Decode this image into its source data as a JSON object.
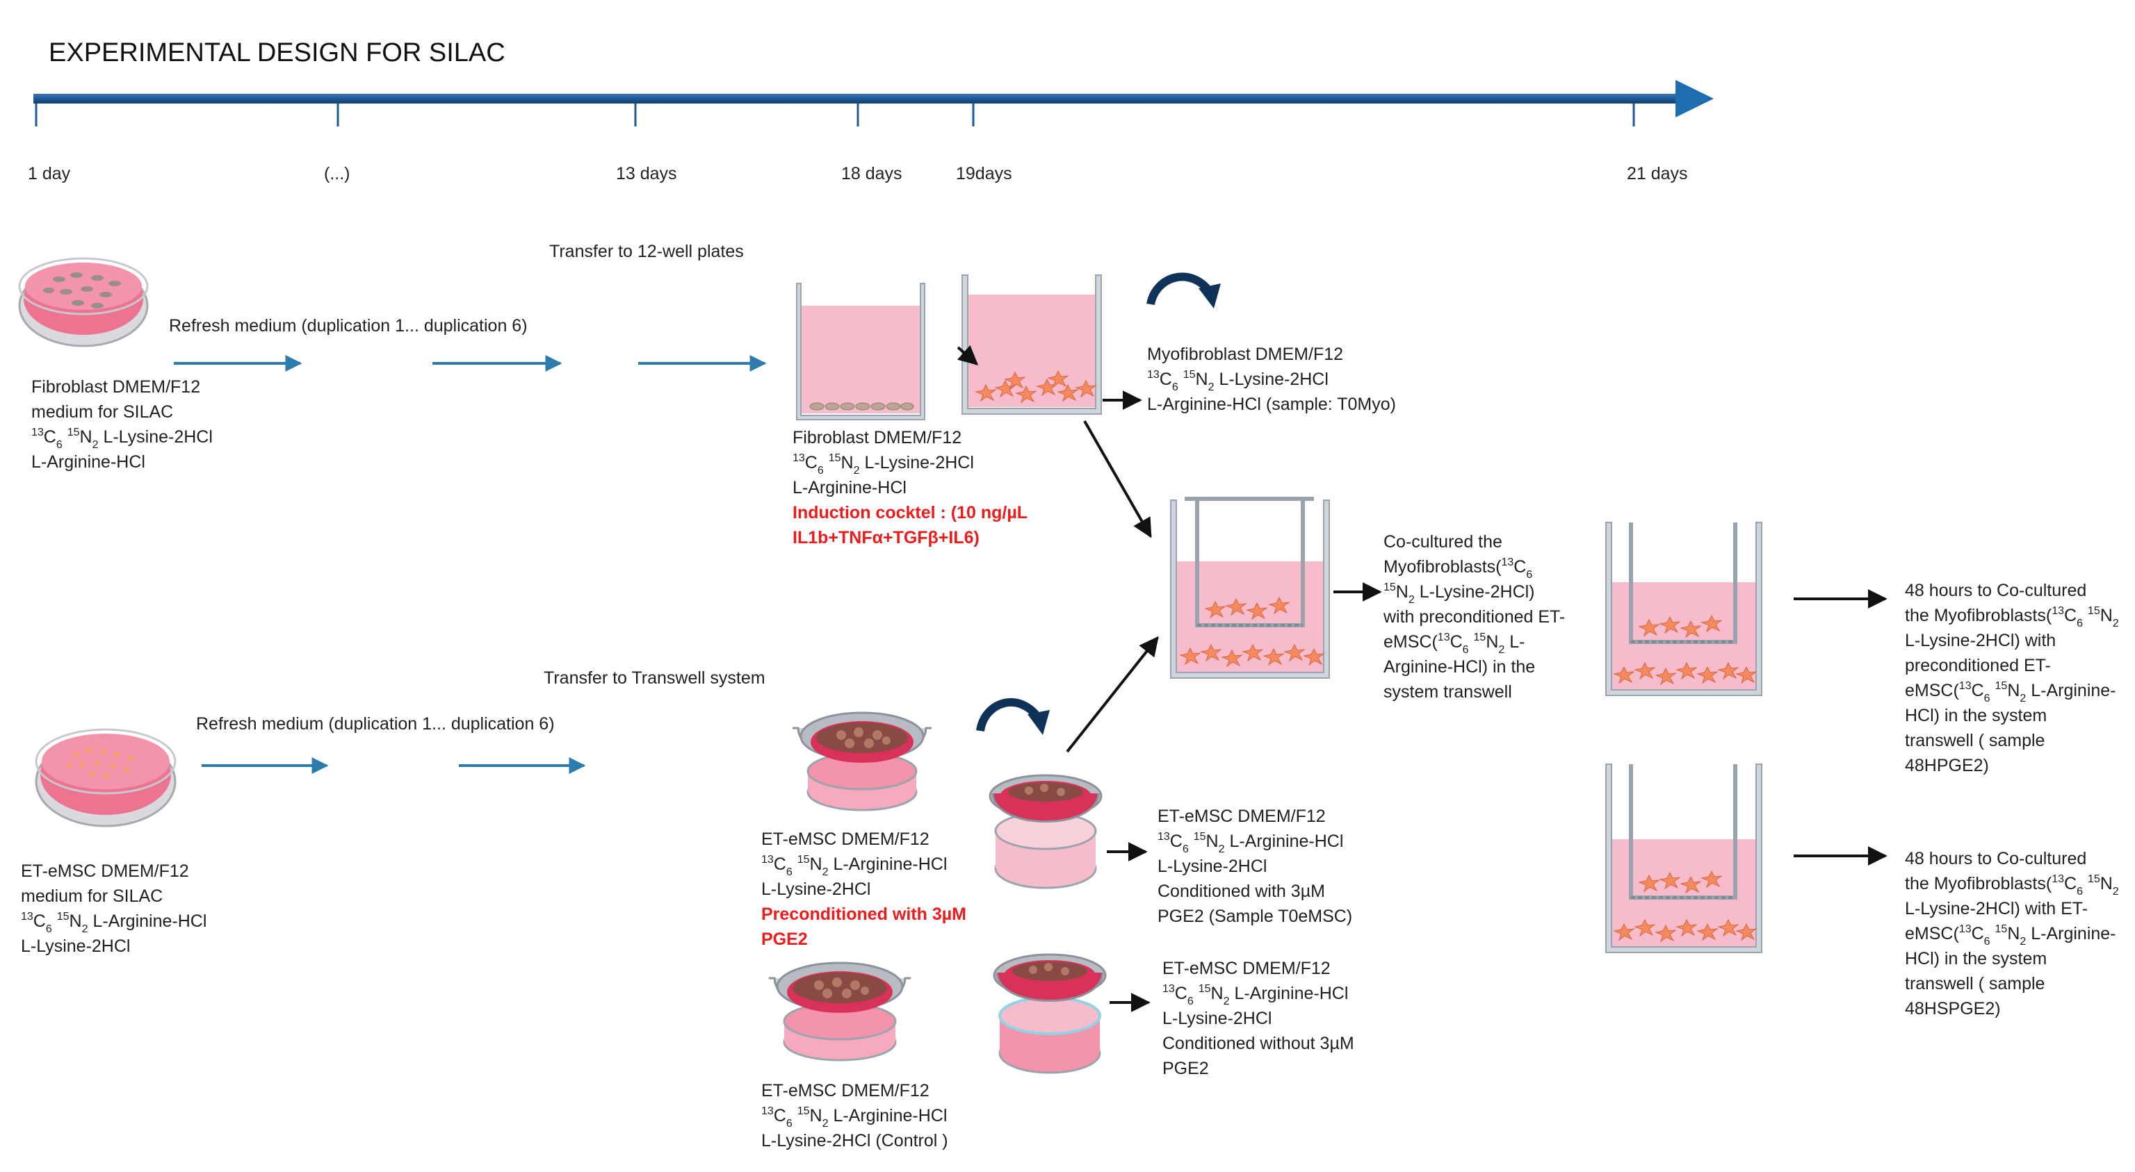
{
  "title": "EXPERIMENTAL  DESIGN FOR SILAC",
  "colors": {
    "timeline": "#1f5a93",
    "flow_arrow": "#2e7cae",
    "medium_pink": "#f7bccb",
    "dish_pink": "#f07c98",
    "cell_orange": "#f48a5e",
    "highlight_red": "#ee1b1b"
  },
  "timeline": {
    "ticks": [
      "1 day",
      "(...)",
      "13 days",
      "18 days",
      "19days",
      "21 days"
    ]
  },
  "transfers": {
    "fibroblast": "Transfer to 12-well plates",
    "emsc": "Transfer to Transwell system"
  },
  "refresh": {
    "fibroblast": "Refresh medium (duplication 1... duplication 6)",
    "emsc": "Refresh medium (duplication 1... duplication 6)"
  },
  "sup": {
    "c13": "13",
    "n15": "15"
  },
  "sub": {
    "c6": "6",
    "n2": "2"
  },
  "labels": {
    "fibroblast_medium": {
      "l1": "Fibroblast DMEM/F12",
      "l2": "medium for SILAC",
      "l3": "L-Lysine-2HCl",
      "l4": "L-Arginine-HCl"
    },
    "emsc_medium": {
      "l1": "ET-eMSC DMEM/F12",
      "l2": "medium  for SILAC",
      "l3": "L-Arginine-HCl",
      "l4": "L-Lysine-2HCl"
    },
    "fibroblast_plate": {
      "l1": "Fibroblast DMEM/F12",
      "l2": "L-Lysine-2HCl",
      "l3": "L-Arginine-HCl",
      "red1": "Induction cocktel : (10 ng/µL",
      "red2": "IL1b+TNFα+TGFβ+IL6)"
    },
    "myofibroblast": {
      "l1": "Myofibroblast DMEM/F12",
      "l2": "L-Lysine-2HCl",
      "l3": "L-Arginine-HCl (sample: T0Myo)"
    },
    "emsc_precond": {
      "l1": "ET-eMSC DMEM/F12",
      "l2": "L-Arginine-HCl",
      "l3": "L-Lysine-2HCl",
      "red1": "Preconditioned with 3µM",
      "red2": "PGE2"
    },
    "emsc_control": {
      "l1": "ET-eMSC DMEM/F12",
      "l2": "L-Arginine-HCl",
      "l3": "L-Lysine-2HCl (Control )"
    },
    "cond_with": {
      "l1": "ET-eMSC DMEM/F12",
      "l2": "L-Arginine-HCl",
      "l3": "L-Lysine-2HCl",
      "l4": "Conditioned with 3µM",
      "l5": "PGE2 (Sample T0eMSC)"
    },
    "cond_without": {
      "l1": "ET-eMSC DMEM/F12",
      "l2": "L-Arginine-HCl",
      "l3": "L-Lysine-2HCl",
      "l4": "Conditioned without 3µM",
      "l5": "PGE2"
    },
    "coculture": {
      "l1": "Co-cultured the",
      "l2a": "Myofibroblasts(",
      "l3": "L-Lysine-2HCl)",
      "l4": "with preconditioned ET-",
      "l5a": "eMSC(",
      "l5b": "L-",
      "l6": "Arginine-HCl) in the",
      "l7": "system transwell"
    },
    "result_pge2": {
      "l1": "48 hours  to Co-cultured",
      "l2a": "the Myofibroblasts(",
      "l3": "L-Lysine-2HCl) with",
      "l4": "preconditioned ET-",
      "l5a": "eMSC(",
      "l5b": "L-Arginine-",
      "l6": "HCl) in the system",
      "l7": "transwell ( sample",
      "l8": "48HPGE2)"
    },
    "result_spge2": {
      "l1": "48 hours  to Co-cultured",
      "l2a": "the Myofibroblasts(",
      "l3": "L-Lysine-2HCl) with ET-",
      "l4a": "eMSC(",
      "l4b": "L-Arginine-",
      "l5": "HCl) in the system",
      "l6": "transwell ( sample",
      "l7": "48HSPGE2)"
    }
  }
}
